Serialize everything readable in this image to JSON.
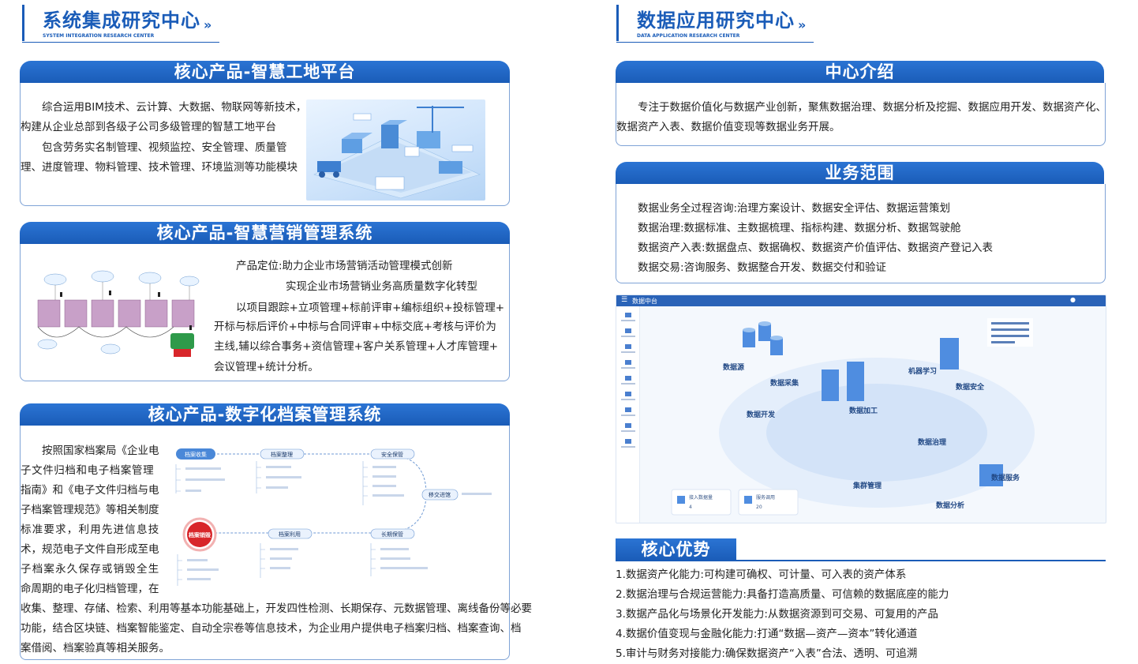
{
  "left": {
    "center_title": "系统集成研究中心",
    "center_subtitle": "SYSTEM INTEGRATION RESEARCH CENTER",
    "arrow": "»",
    "smart_site": {
      "banner": "核心产品-智慧工地平台",
      "line1": "综合运用BIM技术、云计算、大数据、物联网等新技术，",
      "line2": "构建从企业总部到各级子公司多级管理的智慧工地平台",
      "line3": "包含劳务实名制管理、视频监控、安全管理、质量管",
      "line4": "理、进度管理、物料管理、技术管理、环境监测等功能模块"
    },
    "marketing": {
      "banner": "核心产品-智慧营销管理系统",
      "line1": "产品定位:助力企业市场营销活动管理模式创新",
      "line2": "实现企业市场营销业务高质量数字化转型",
      "line3": "以项目跟踪+立项管理+标前评审+编标组织+投标管理+",
      "line4": "开标与标后评价+中标与合同评审+中标交底+考核与评价为",
      "line5": "主线,辅以综合事务+资信管理+客户关系管理+人才库管理+",
      "line6": "会议管理+统计分析。"
    },
    "archive": {
      "banner": "核心产品-数字化档案管理系统",
      "para_lines": [
        "按照国家档案局《企业电",
        "子文件归档和电子档案管理",
        "指南》和《电子文件归档与电",
        "子档案管理规范》等相关制度",
        "标准要求，利用先进信息技",
        "术，规范电子文件自形成至电",
        "子档案永久保存或销毁全生",
        "命周期的电子化归档管理，在"
      ],
      "full_lines": [
        "收集、整理、存储、检索、利用等基本功能基础上，开发四性检测、长期保存、元数据管理、离线备份等必要",
        "功能，结合区块链、档案智能鉴定、自动全宗卷等信息技术，为企业用户提供电子档案归档、档案查询、档",
        "案借阅、档案验真等相关服务。"
      ],
      "flow": {
        "collect": "档案收集",
        "organize": "档案整理",
        "security": "安全保管",
        "transfer": "移交进馆",
        "longterm": "长期保管",
        "utilize": "档案利用",
        "destroy": "档案销毁"
      }
    }
  },
  "right": {
    "center_title": "数据应用研究中心",
    "center_subtitle": "DATA APPLICATION RESEARCH CENTER",
    "arrow": "»",
    "intro": {
      "banner": "中心介绍",
      "line1": "专注于数据价值化与数据产业创新，聚焦数据治理、数据分析及挖掘、数据应用开发、数据资产化、",
      "line2": "数据资产入表、数据价值变现等数据业务开展。"
    },
    "scope": {
      "banner": "业务范围",
      "items": [
        "数据业务全过程咨询:治理方案设计、数据安全评估、数据运营策划",
        "数据治理:数据标准、主数据梳理、指标构建、数据分析、数据驾驶舱",
        "数据资产入表:数据盘点、数据确权、数据资产价值评估、数据资产登记入表",
        "数据交易:咨询服务、数据整合开发、数据交付和验证"
      ]
    },
    "platform": {
      "app_name": "数据中台",
      "labels": {
        "source": "数据源",
        "collect": "数据采集",
        "process": "数据加工",
        "ml": "机器学习",
        "security": "数据安全",
        "develop": "数据开发",
        "govern": "数据治理",
        "manage": "集群管理",
        "service": "数据服务",
        "analysis": "数据分析"
      },
      "stat1_label": "接入数据量",
      "stat1_value": "4",
      "stat2_label": "服务调用",
      "stat2_value": "20"
    },
    "advantages": {
      "banner": "核心优势",
      "items": [
        "1.数据资产化能力:可构建可确权、可计量、可入表的资产体系",
        "2.数据治理与合规运营能力:具备打造高质量、可信赖的数据底座的能力",
        "3.数据产品化与场景化开发能力:从数据资源到可交易、可复用的产品",
        "4.数据价值变现与金融化能力:打通“数据—资产—资本”转化通道",
        "5.审计与财务对接能力:确保数据资产“入表”合法、透明、可追溯"
      ]
    }
  },
  "colors": {
    "brand_blue": "#1a5cb8",
    "box_border": "#7fa3d6",
    "destroy_red": "#d8262a"
  }
}
